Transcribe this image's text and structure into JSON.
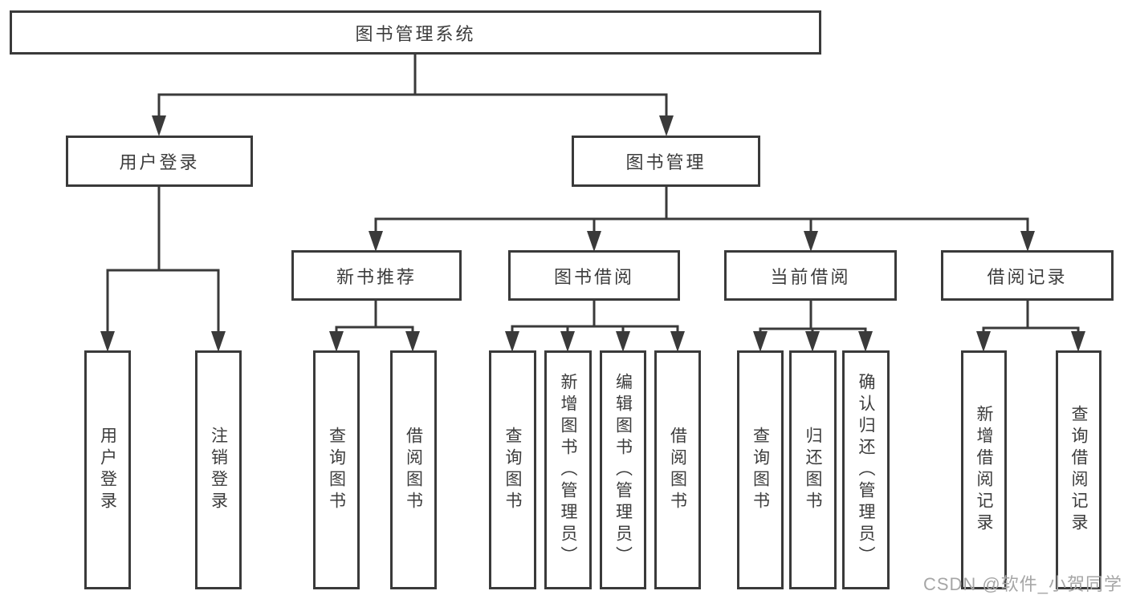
{
  "nodes": {
    "root": {
      "label": "图书管理系统"
    },
    "user_login": {
      "label": "用户登录"
    },
    "book_mgmt": {
      "label": "图书管理"
    },
    "new_book_rec": {
      "label": "新书推荐"
    },
    "book_borrow": {
      "label": "图书借阅"
    },
    "current_borrow": {
      "label": "当前借阅"
    },
    "borrow_records": {
      "label": "借阅记录"
    },
    "leaf_user_login": {
      "label": "用户登录"
    },
    "leaf_logout": {
      "label": "注销登录"
    },
    "rec_query": {
      "label": "查询图书"
    },
    "rec_borrow": {
      "label": "借阅图书"
    },
    "bb_query": {
      "label": "查询图书"
    },
    "bb_add": {
      "label": "新增图书（管理员）"
    },
    "bb_edit": {
      "label": "编辑图书（管理员）"
    },
    "bb_borrow": {
      "label": "借阅图书"
    },
    "cb_query": {
      "label": "查询图书"
    },
    "cb_return": {
      "label": "归还图书"
    },
    "cb_confirm": {
      "label": "确认归还（管理员）"
    },
    "br_add": {
      "label": "新增借阅记录"
    },
    "br_query": {
      "label": "查询借阅记录"
    }
  },
  "hierarchy": [
    {
      "parent": "root",
      "children": [
        "user_login",
        "book_mgmt"
      ]
    },
    {
      "parent": "user_login",
      "children": [
        "leaf_user_login",
        "leaf_logout"
      ]
    },
    {
      "parent": "book_mgmt",
      "children": [
        "new_book_rec",
        "book_borrow",
        "current_borrow",
        "borrow_records"
      ]
    },
    {
      "parent": "new_book_rec",
      "children": [
        "rec_query",
        "rec_borrow"
      ]
    },
    {
      "parent": "book_borrow",
      "children": [
        "bb_query",
        "bb_add",
        "bb_edit",
        "bb_borrow"
      ]
    },
    {
      "parent": "current_borrow",
      "children": [
        "cb_query",
        "cb_return",
        "cb_confirm"
      ]
    },
    {
      "parent": "borrow_records",
      "children": [
        "br_add",
        "br_query"
      ]
    }
  ],
  "watermark": "CSDN @软件_小贺同学",
  "colors": {
    "line": "#3a3a3a",
    "text": "#3c3c3c",
    "watermark": "#a6a6a6",
    "background": "#ffffff"
  }
}
